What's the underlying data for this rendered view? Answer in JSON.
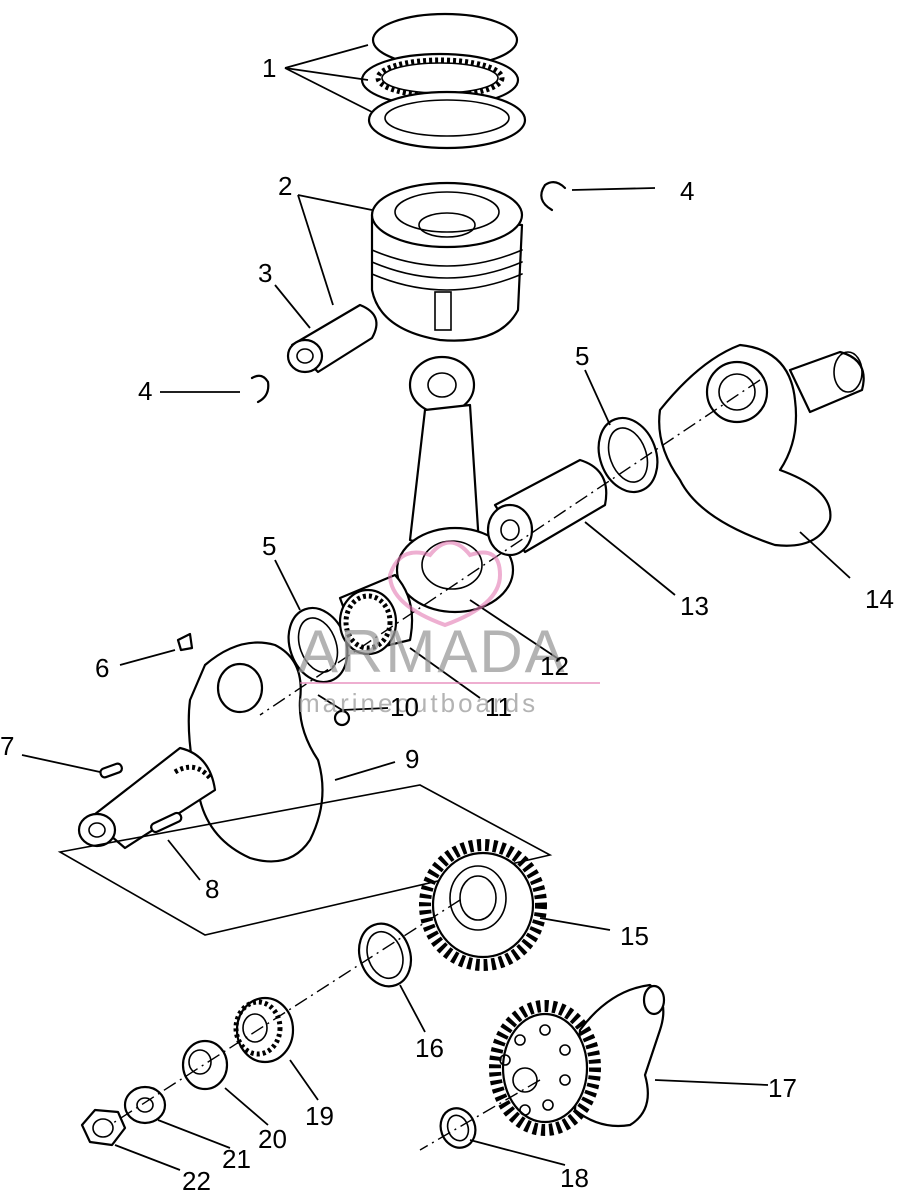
{
  "watermark": {
    "brand": "ARMADA",
    "tagline": "marineoutboards",
    "accent_color": "#e37ab2"
  },
  "callouts": {
    "c1": "1",
    "c2": "2",
    "c3": "3",
    "c4a": "4",
    "c4b": "4",
    "c5a": "5",
    "c5b": "5",
    "c6": "6",
    "c7": "7",
    "c8": "8",
    "c9": "9",
    "c10": "10",
    "c11": "11",
    "c12": "12",
    "c13": "13",
    "c14": "14",
    "c15": "15",
    "c16": "16",
    "c17": "17",
    "c18": "18",
    "c19": "19",
    "c20": "20",
    "c21": "21",
    "c22": "22"
  }
}
